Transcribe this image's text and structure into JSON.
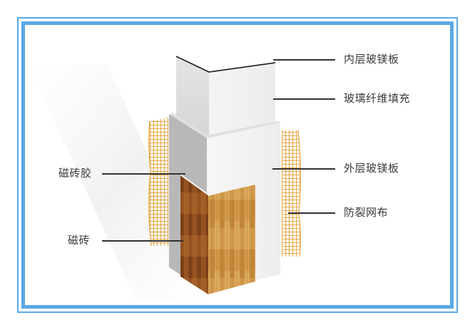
{
  "diagram": {
    "subject": "Magnesium board column corner cladding structure",
    "labels_right": [
      {
        "id": "inner-board",
        "text": "内层玻镁板"
      },
      {
        "id": "glass-fiber-fill",
        "text": "玻璃纤维填充"
      },
      {
        "id": "outer-board",
        "text": "外层玻镁板"
      },
      {
        "id": "crack-mesh",
        "text": "防裂网布"
      }
    ],
    "labels_left": [
      {
        "id": "tile-adhesive",
        "text": "磁砖胶"
      },
      {
        "id": "tile",
        "text": "磁砖"
      }
    ]
  },
  "colors": {
    "frame": "#5aa9e6",
    "mesh": "#e8a84a",
    "wood_light": "#c98a3a",
    "wood_dark": "#8a4a1c",
    "board_light": "#f2f2f2",
    "board_grey": "#cfcfcf",
    "leader": "#333333",
    "text": "#3a3a3a"
  }
}
